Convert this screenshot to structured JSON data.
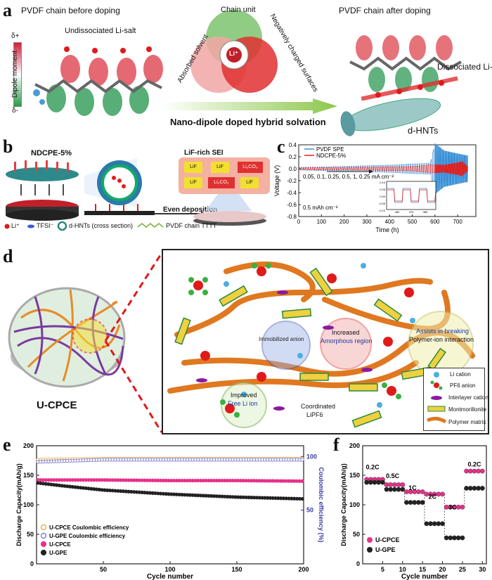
{
  "panels": {
    "a": {
      "letter": "a",
      "left_title": "PVDF chain before doping",
      "undissociated": "Undissociated Li-salt",
      "dipole_axis": "Dipole moment",
      "dplus": "δ+",
      "dminus": "δ-",
      "venn_top": "Chain unit",
      "venn_right": "Negatively charged surfaces",
      "venn_left": "Absorbed solvent",
      "venn_center": "Li⁺",
      "arrow_caption": "Nano-dipole doped hybrid solvation",
      "right_title": "PVDF chain after doping",
      "dissociated": "Dissociated Li-salt",
      "dhnts": "d-HNTs"
    },
    "b": {
      "letter": "b",
      "title": "NDCPE-5%",
      "sei_title": "LiF-rich SEI",
      "even_deposition": "Even deposition",
      "sei_blocks": [
        "LiF",
        "LiF",
        "Li₂CO₃",
        "LiF",
        "Li₂CO₃",
        "LiF"
      ],
      "legend": [
        "Li⁺",
        "TFSI⁻",
        "d-HNTs (cross section)",
        "PVDF chain TTTT"
      ]
    },
    "c": {
      "letter": "c",
      "annot_rates": "0.05, 0.1, 0.25, 0.5, 1, 0.25 mA cm⁻²",
      "annot_cap": "0.5 mAh cm⁻²",
      "inset_yticks": [
        "0.10",
        "0.05",
        "0.00",
        "-0.05",
        "-0.10"
      ],
      "inset_xticks": [
        "460",
        "470",
        "480"
      ]
    },
    "d": {
      "letter": "d",
      "membrane_label": "U-CPCE",
      "immobilized": "Immobilized anion",
      "increased": "Increased",
      "amorphous": "Amorphous region",
      "assists": "Assists in breaking",
      "polymer_ion": "Polymer-ion interaction",
      "improved": "Improved",
      "free_li": "Free Li ion",
      "coordinated": "Coordinated",
      "lipf6": "LiPF6",
      "legend": [
        "Li cation",
        "PF6 anion",
        "Interlayer cation",
        "Montmorillonite",
        "Polymer matrix"
      ]
    },
    "e": {
      "letter": "e"
    },
    "f": {
      "letter": "f"
    }
  },
  "chart_data": [
    {
      "id": "c",
      "type": "line",
      "xlabel": "Time (h)",
      "ylabel": "Voltage (V)",
      "xlim": [
        0,
        780
      ],
      "ylim": [
        -0.8,
        0.4
      ],
      "xticks": [
        0,
        100,
        200,
        300,
        400,
        500,
        600,
        700
      ],
      "yticks": [
        0.4,
        0.2,
        0.0,
        -0.2,
        -0.4,
        -0.6,
        -0.8
      ],
      "series": [
        {
          "name": "PVDF SPE",
          "color": "#3a8fd6",
          "amplitude": [
            [
              0,
              0.02
            ],
            [
              100,
              0.03
            ],
            [
              200,
              0.04
            ],
            [
              300,
              0.05
            ],
            [
              400,
              0.06
            ],
            [
              500,
              0.08
            ],
            [
              580,
              0.09
            ],
            [
              600,
              0.42
            ],
            [
              640,
              0.3
            ],
            [
              700,
              0.25
            ],
            [
              740,
              0.22
            ]
          ]
        },
        {
          "name": "NDCPE-5%",
          "color": "#e02020",
          "amplitude": [
            [
              0,
              0.015
            ],
            [
              100,
              0.02
            ],
            [
              200,
              0.02
            ],
            [
              300,
              0.025
            ],
            [
              400,
              0.03
            ],
            [
              500,
              0.035
            ],
            [
              600,
              0.07
            ],
            [
              640,
              0.06
            ],
            [
              700,
              0.1
            ],
            [
              720,
              0.12
            ],
            [
              740,
              0.05
            ]
          ]
        }
      ]
    },
    {
      "id": "e",
      "type": "scatter",
      "xlabel": "Cycle number",
      "ylabel": "Discharge Capacity(mAh/g)",
      "y2label": "Coulombic efficiency (%)",
      "xlim": [
        0,
        200
      ],
      "ylim": [
        0,
        200
      ],
      "y2lim": [
        0,
        110
      ],
      "xticks": [
        50,
        100,
        150,
        200
      ],
      "yticks": [
        0,
        50,
        100,
        150,
        200
      ],
      "y2ticks": [
        50,
        100
      ],
      "legend_location": "bottom-left",
      "series": [
        {
          "name": "U-CPCE Coulombic efficiency",
          "color": "#f0a030",
          "marker": "open-circle",
          "axis": "y2",
          "points": [
            [
              1,
              97
            ],
            [
              50,
              98
            ],
            [
              100,
              98
            ],
            [
              150,
              98
            ],
            [
              200,
              98
            ]
          ]
        },
        {
          "name": "U-GPE Coulombic efficiency",
          "color": "#6a6ad0",
          "marker": "open-circle",
          "axis": "y2",
          "points": [
            [
              1,
              95
            ],
            [
              50,
              97
            ],
            [
              100,
              97
            ],
            [
              150,
              97
            ],
            [
              200,
              97
            ]
          ]
        },
        {
          "name": "U-CPCE",
          "color": "#e8308a",
          "marker": "circle",
          "axis": "y",
          "points": [
            [
              1,
              142
            ],
            [
              50,
              142
            ],
            [
              100,
              141
            ],
            [
              150,
              141
            ],
            [
              200,
              140
            ]
          ]
        },
        {
          "name": "U-GPE",
          "color": "#222222",
          "marker": "circle",
          "axis": "y",
          "points": [
            [
              1,
              137
            ],
            [
              20,
              132
            ],
            [
              50,
              125
            ],
            [
              100,
              118
            ],
            [
              150,
              113
            ],
            [
              200,
              110
            ]
          ]
        }
      ]
    },
    {
      "id": "f",
      "type": "scatter",
      "xlabel": "Cycle number",
      "ylabel": "Discharge Capacity(mAh/g)",
      "xlim": [
        0,
        31
      ],
      "ylim": [
        0,
        200
      ],
      "xticks": [
        5,
        10,
        15,
        20,
        25,
        30
      ],
      "yticks": [
        0,
        50,
        100,
        150,
        200
      ],
      "rate_labels": [
        {
          "text": "0.2C",
          "x": 2.5,
          "y": 160
        },
        {
          "text": "0.5C",
          "x": 7.5,
          "y": 145
        },
        {
          "text": "1C",
          "x": 12.5,
          "y": 125
        },
        {
          "text": "2C",
          "x": 17.5,
          "y": 110
        },
        {
          "text": "3C",
          "x": 22.5,
          "y": 92
        },
        {
          "text": "0.2C",
          "x": 28,
          "y": 165
        }
      ],
      "legend_location": "bottom-left",
      "series": [
        {
          "name": "U-CPCE",
          "color": "#e8308a",
          "marker": "circle",
          "values": [
            143,
            143,
            143,
            143,
            143,
            134,
            134,
            134,
            134,
            134,
            122,
            122,
            122,
            122,
            122,
            118,
            118,
            118,
            118,
            118,
            96,
            96,
            96,
            96,
            96,
            157,
            157,
            157,
            157,
            157
          ]
        },
        {
          "name": "U-GPE",
          "color": "#222222",
          "marker": "circle",
          "values": [
            138,
            138,
            138,
            138,
            138,
            126,
            126,
            126,
            126,
            126,
            104,
            104,
            104,
            104,
            104,
            68,
            68,
            68,
            68,
            68,
            44,
            44,
            44,
            44,
            44,
            128,
            128,
            128,
            128,
            128
          ]
        }
      ]
    }
  ]
}
